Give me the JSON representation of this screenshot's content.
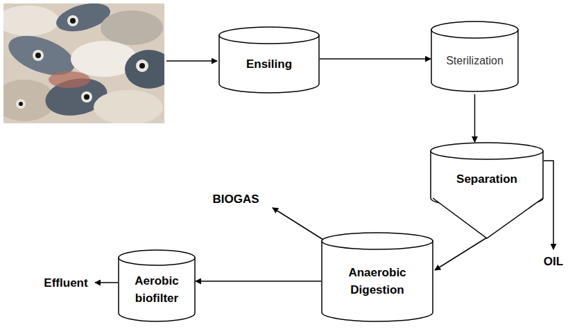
{
  "diagram": {
    "nodes": [
      {
        "text": [
          "Ensiling"
        ]
      },
      {
        "text": [
          "Sterilization"
        ]
      },
      {
        "text": [
          "Separation"
        ]
      },
      {
        "text": [
          "Anaerobic Digestion"
        ]
      },
      {
        "text": [
          "Aerobic biofilter"
        ]
      }
    ],
    "edges": [
      {
        "from": 0,
        "to": 1,
        "arrow": "to"
      },
      {
        "from": 1,
        "to": 2,
        "arrow": "to"
      },
      {
        "from": 2,
        "to": 3,
        "arrow": "to"
      },
      {
        "from": 3,
        "to": 4,
        "arrow": "to"
      }
    ],
    "labels": [
      "BIOGAS",
      "OIL",
      "Effluent"
    ]
  }
}
